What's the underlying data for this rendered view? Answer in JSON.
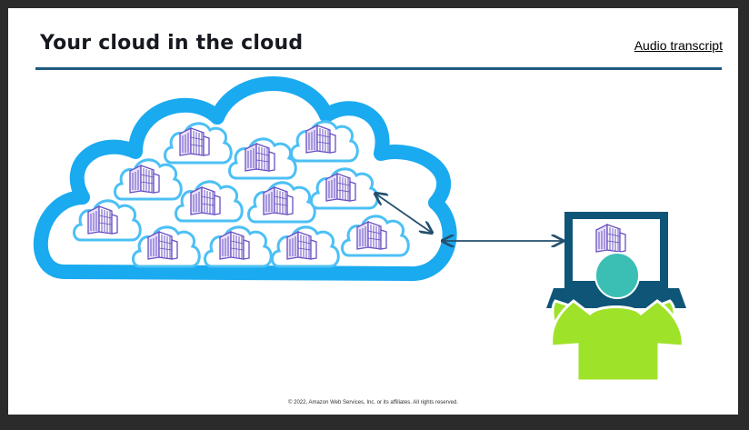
{
  "slide": {
    "title": "Your cloud in the cloud",
    "audio_transcript_link": "Audio transcript",
    "footer": "© 2022, Amazon Web Services, Inc. or its affiliates. All rights reserved."
  },
  "colors": {
    "background": "#2b2b2b",
    "slide": "#ffffff",
    "title_rule": "#1f5a80",
    "big_cloud": "#1aaaf0",
    "small_cloud_outline": "#4cc0f5",
    "building": "#6a4fc2",
    "arrow": "#24506e",
    "laptop": "#0e5578",
    "person_head": "#3bbfb5",
    "person_body": "#9fe22a"
  },
  "icons": {
    "data_center": "data-center-icon",
    "person": "person-icon",
    "laptop": "laptop-icon"
  }
}
